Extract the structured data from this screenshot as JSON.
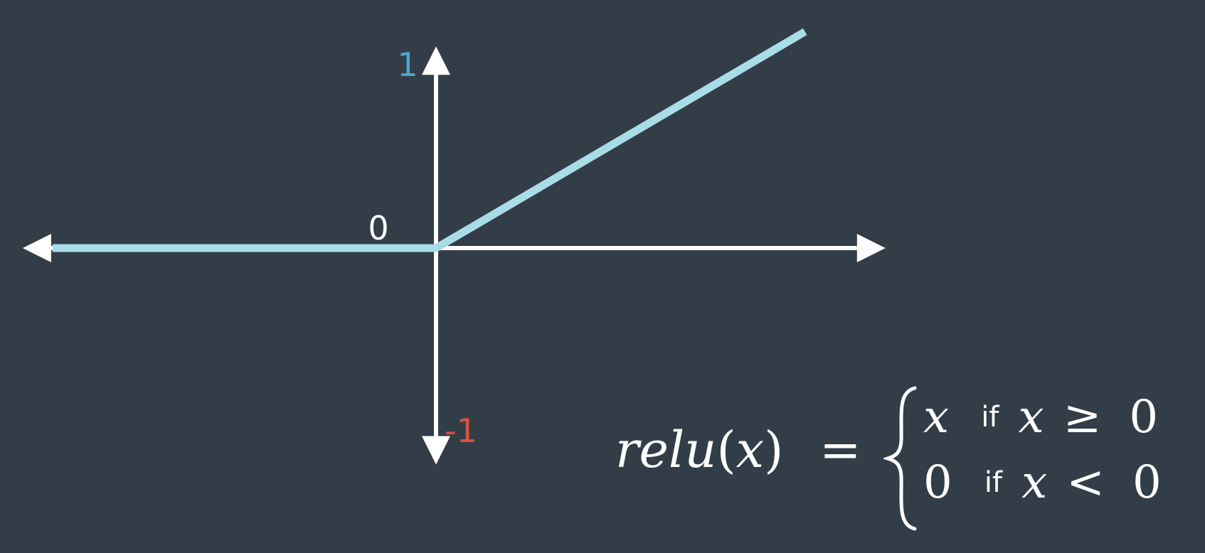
{
  "colors": {
    "background": "#333d48",
    "axis": "#ffffff",
    "series": "#a8dde8",
    "label_pos": "#4aa8c9",
    "label_neg": "#d9533e",
    "label_zero": "#ffffff"
  },
  "chart_data": {
    "type": "line",
    "title": "",
    "xlabel": "",
    "ylabel": "",
    "xlim": [
      -1.49,
      1.62
    ],
    "ylim": [
      -1.18,
      1.1
    ],
    "grid": false,
    "axis_tick_labels": {
      "y_top": "1",
      "y_bottom": "-1",
      "origin": "0"
    },
    "series": [
      {
        "x": [
          -1.49,
          0,
          1.33
        ],
        "y": [
          0,
          0,
          1.18
        ]
      }
    ]
  },
  "formula": {
    "lhs_name": "relu",
    "lhs_paren_open": "(",
    "lhs_var": "x",
    "lhs_paren_close": ")",
    "equals": "=",
    "case1": {
      "value": "x",
      "cond_word": "if",
      "cond_var": "x",
      "cond_op": "≥",
      "cond_rhs": "0"
    },
    "case2": {
      "value": "0",
      "cond_word": "if",
      "cond_var": "x",
      "cond_op": "<",
      "cond_rhs": "0"
    }
  }
}
